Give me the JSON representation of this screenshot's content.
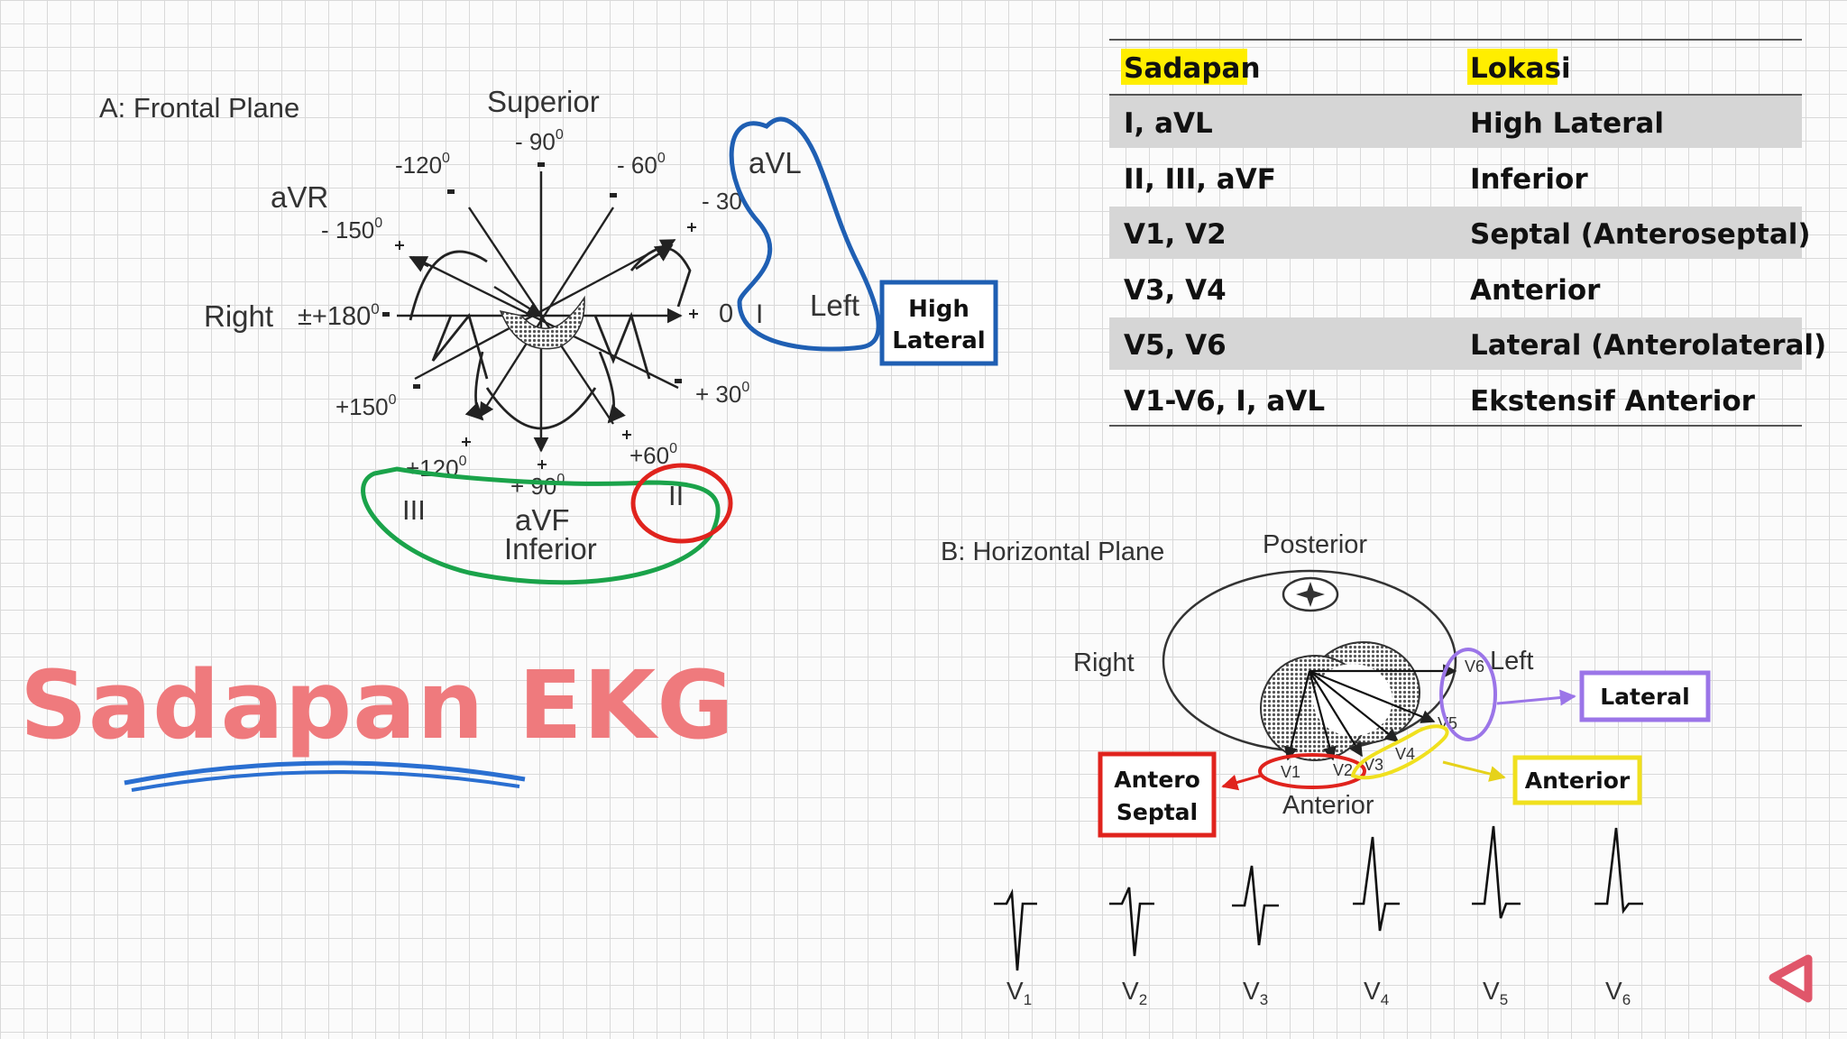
{
  "title": "Sadapan EKG",
  "colors": {
    "title": "#ef7a7d",
    "title_underline": "#2a6fd1",
    "high_lateral": "#1f5fb3",
    "inferior": "#1aa34a",
    "lead_ii_circle": "#e0231d",
    "anteroseptal": "#e0231d",
    "anterior": "#f0e01e",
    "lateral": "#9b75e8",
    "table_header_highlight": "#ffee00",
    "table_row_shade": "#d6d6d6",
    "nav_arrow": "#e0566a"
  },
  "table": {
    "headers": [
      "Sadapan",
      "Lokasi"
    ],
    "rows": [
      {
        "sadapan": "I, aVL",
        "lokasi": "High Lateral"
      },
      {
        "sadapan": "II, III, aVF",
        "lokasi": "Inferior"
      },
      {
        "sadapan": "V1, V2",
        "lokasi": "Septal (Anteroseptal)"
      },
      {
        "sadapan": "V3, V4",
        "lokasi": "Anterior"
      },
      {
        "sadapan": "V5, V6",
        "lokasi": "Lateral (Anterolateral)"
      },
      {
        "sadapan": "V1-V6, I, aVL",
        "lokasi": "Ekstensif Anterior"
      }
    ]
  },
  "frontal": {
    "caption": "A: Frontal Plane",
    "superior": "Superior",
    "right": "Right",
    "left": "Left",
    "inferior": "Inferior",
    "leads": {
      "avr": "aVR",
      "avl": "aVL",
      "avf": "aVF",
      "i": "I",
      "ii": "II",
      "iii": "III"
    },
    "angles": {
      "m90": "- 90",
      "m120": "-120",
      "m60": "- 60",
      "m150": "- 150",
      "m30": "- 30",
      "p180": "+180",
      "zero": "0",
      "p150": "+150",
      "p30": "+ 30",
      "p120": "+120",
      "p90": "+ 90",
      "p60": "+60",
      "degree": "0",
      "plusminus": "±"
    },
    "high_lateral_box": [
      "High",
      "Lateral"
    ]
  },
  "horizontal": {
    "caption": "B: Horizontal Plane",
    "posterior": "Posterior",
    "right": "Right",
    "left": "Left",
    "anterior": "Anterior",
    "lead_marks": [
      "V1",
      "V2",
      "V3",
      "V4",
      "V5",
      "V6"
    ],
    "boxes": {
      "lateral": "Lateral",
      "anterior": "Anterior",
      "anteroseptal": [
        "Antero",
        "Septal"
      ]
    }
  },
  "ecg_complexes": [
    {
      "lead": "V",
      "sub": "1"
    },
    {
      "lead": "V",
      "sub": "2"
    },
    {
      "lead": "V",
      "sub": "3"
    },
    {
      "lead": "V",
      "sub": "4"
    },
    {
      "lead": "V",
      "sub": "5"
    },
    {
      "lead": "V",
      "sub": "6"
    }
  ],
  "nav": {
    "prev_icon": "triangle-left-icon"
  }
}
